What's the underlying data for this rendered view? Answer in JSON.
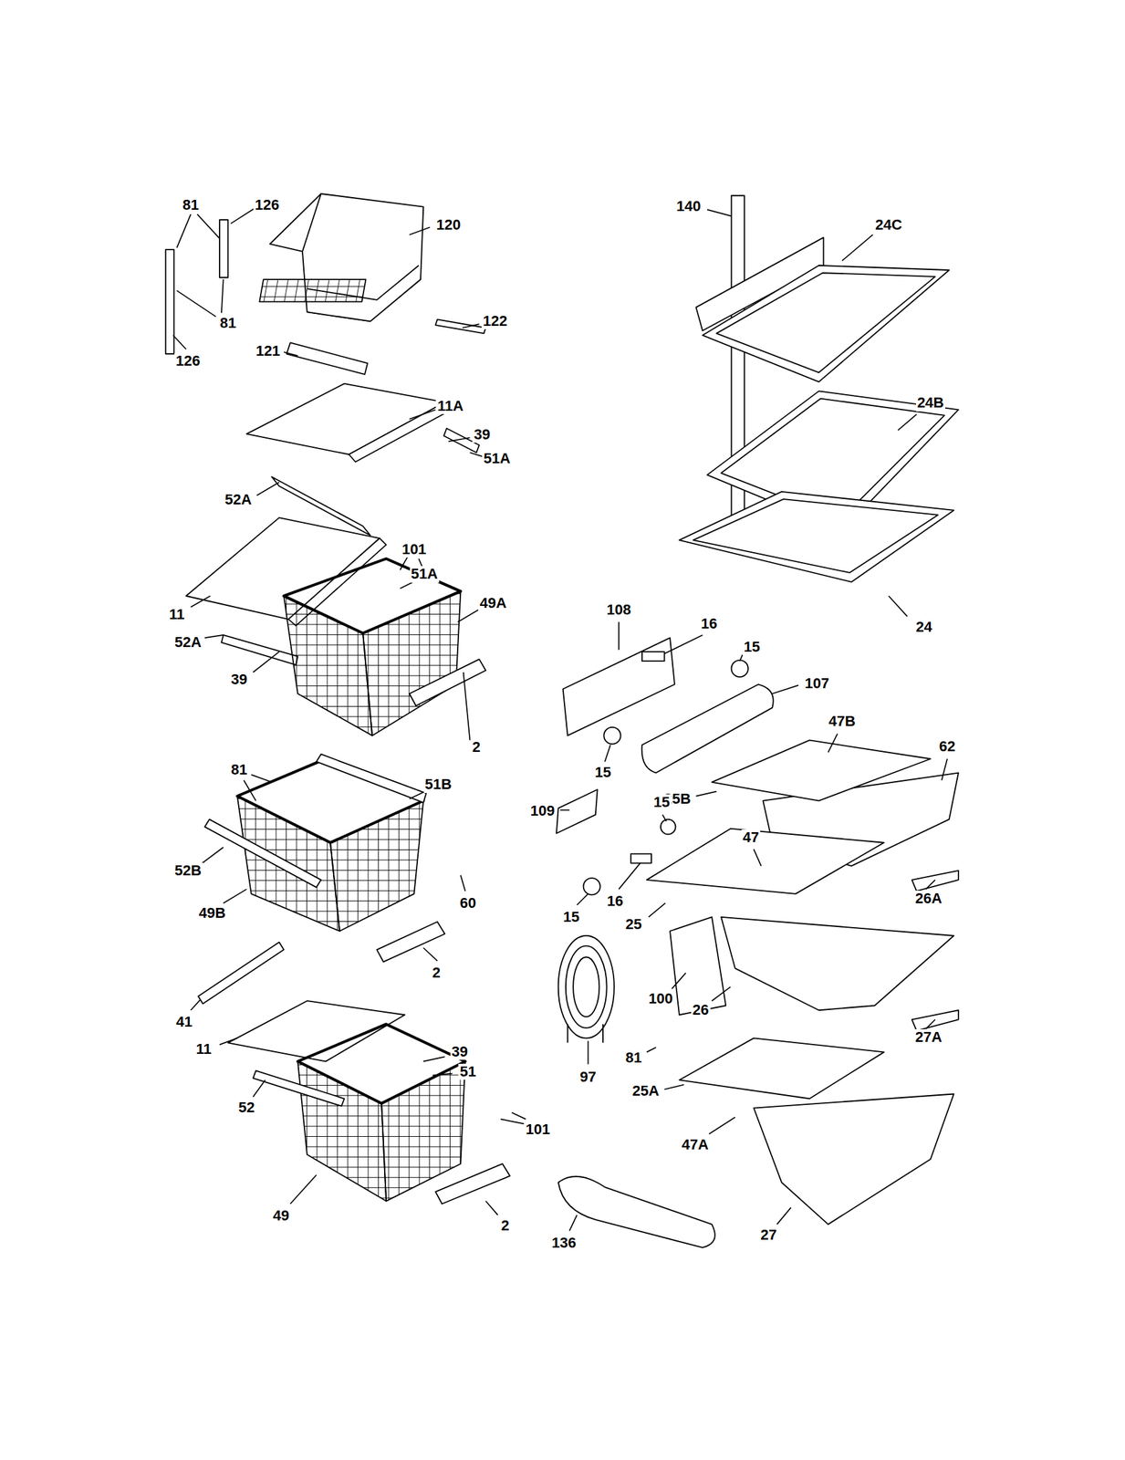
{
  "diagram": {
    "labels": [
      "81",
      "126",
      "120",
      "140",
      "24C",
      "81",
      "122",
      "121",
      "126",
      "11A",
      "39",
      "51A",
      "52A",
      "24B",
      "101",
      "51A",
      "11",
      "52A",
      "49A",
      "39",
      "24",
      "108",
      "16",
      "15",
      "107",
      "47B",
      "62",
      "2",
      "15",
      "81",
      "51B",
      "25B",
      "109",
      "15",
      "47",
      "52B",
      "60",
      "16",
      "15",
      "25",
      "26A",
      "49B",
      "2",
      "100",
      "26",
      "41",
      "39",
      "11",
      "51",
      "81",
      "27A",
      "97",
      "52",
      "25A",
      "47A",
      "101",
      "49",
      "2",
      "136",
      "27"
    ]
  }
}
